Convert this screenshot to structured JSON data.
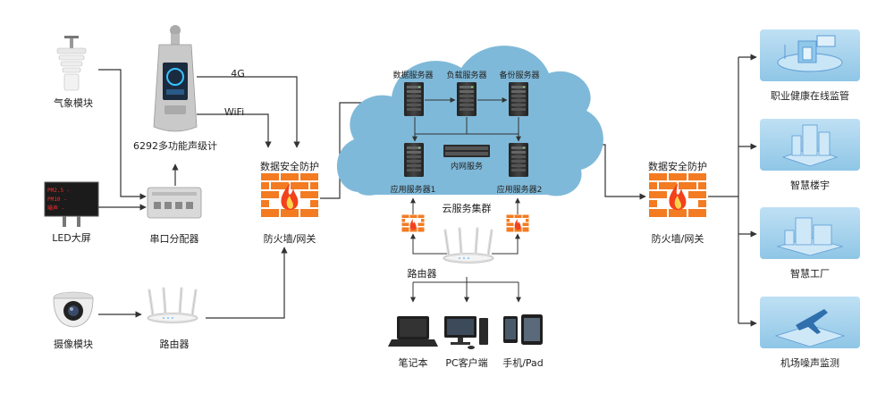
{
  "devices": {
    "weather": "气象模块",
    "meter": "6292多功能声级计",
    "led": "LED大屏",
    "led_screen_lines": [
      "PM2.5 -",
      "PM10 -",
      "噪声 -"
    ],
    "serial": "串口分配器",
    "camera": "摄像模块",
    "router_left": "路由器"
  },
  "links": {
    "fourg": "4G",
    "wifi": "WiFi"
  },
  "firewall_left": {
    "title": "数据安全防护",
    "caption": "防火墙/网关"
  },
  "cloud": {
    "caption": "云服务集群",
    "data_server": "数据服务器",
    "load_server": "负载服务器",
    "backup_server": "备份服务器",
    "intranet": "内网服务",
    "app_server_1": "应用服务器1",
    "app_server_2": "应用服务器2"
  },
  "router_center": "路由器",
  "clients": {
    "laptop": "笔记本",
    "pc": "PC客户端",
    "mobile": "手机/Pad"
  },
  "firewall_right": {
    "title": "数据安全防护",
    "caption": "防火墙/网关"
  },
  "apps": [
    {
      "label": "职业健康在线监管",
      "icon": "health-monitor-icon"
    },
    {
      "label": "智慧楼宇",
      "icon": "smart-building-icon"
    },
    {
      "label": "智慧工厂",
      "icon": "smart-factory-icon"
    },
    {
      "label": "机场噪声监测",
      "icon": "airport-plane-icon"
    }
  ],
  "colors": {
    "line": "#333333",
    "cloud": "#7fb9d9",
    "firewall": "#f37b22",
    "flame": "#f2411c",
    "app_tile": "#a8d4ee"
  }
}
